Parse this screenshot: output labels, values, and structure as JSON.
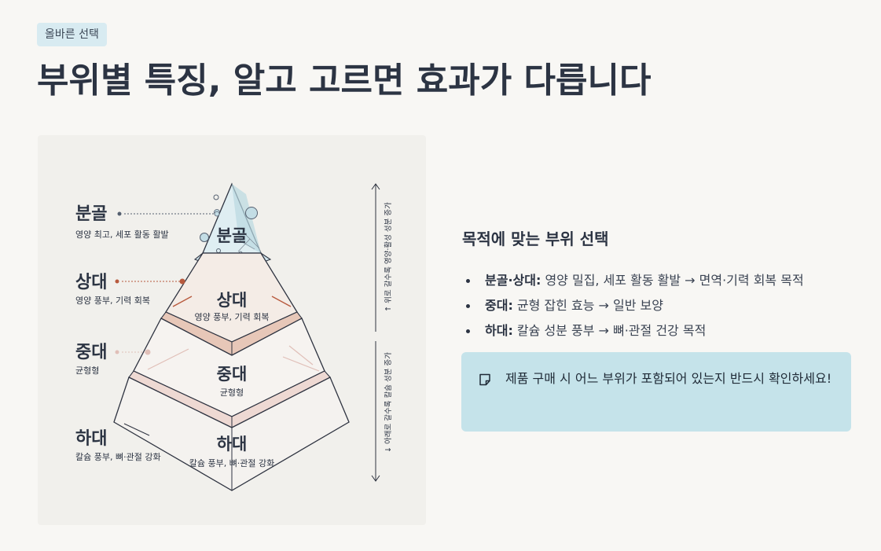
{
  "tag": "올바른 선택",
  "title": "부위별 특징, 알고 고르면 효과가 다릅니다",
  "figure": {
    "left_labels": [
      {
        "name": "분골",
        "desc": "영양 최고, 세포 활동 활발"
      },
      {
        "name": "상대",
        "desc": "영양 풍부, 기력 회복"
      },
      {
        "name": "중대",
        "desc": "균형형"
      },
      {
        "name": "하대",
        "desc": "칼슘 풍부, 뼈·관절 강화"
      }
    ],
    "pyramid_labels": [
      {
        "name": "분골",
        "desc": ""
      },
      {
        "name": "상대",
        "desc": "영양 풍부, 기력 회복"
      },
      {
        "name": "중대",
        "desc": "균형형"
      },
      {
        "name": "하대",
        "desc": "칼슘 풍부, 뼈·관절 강화"
      }
    ],
    "arrow_up_text": "↑ 위로 갈수록 영양·활성 성분 증가",
    "arrow_down_text": "↓ 아래로 갈수록 칼슘 성분 증가"
  },
  "section_title": "목적에 맞는 부위 선택",
  "points": [
    {
      "label": "분골·상대:",
      "text": " 영양 밀집, 세포 활동 활발 → 면역·기력 회복 목적"
    },
    {
      "label": "중대:",
      "text": " 균형 잡힌 효능 → 일반 보양"
    },
    {
      "label": "하대:",
      "text": " 칼슘 성분 풍부 → 뼈·관절 건강 목적"
    }
  ],
  "note": {
    "icon": "note-icon",
    "text": "제품 구매 시 어느 부위가 포함되어 있는지 반드시 확인하세요!"
  },
  "colors": {
    "accent_blue": "#c5e3ea",
    "accent_rust": "#b85a3e",
    "text": "#2c3443"
  }
}
